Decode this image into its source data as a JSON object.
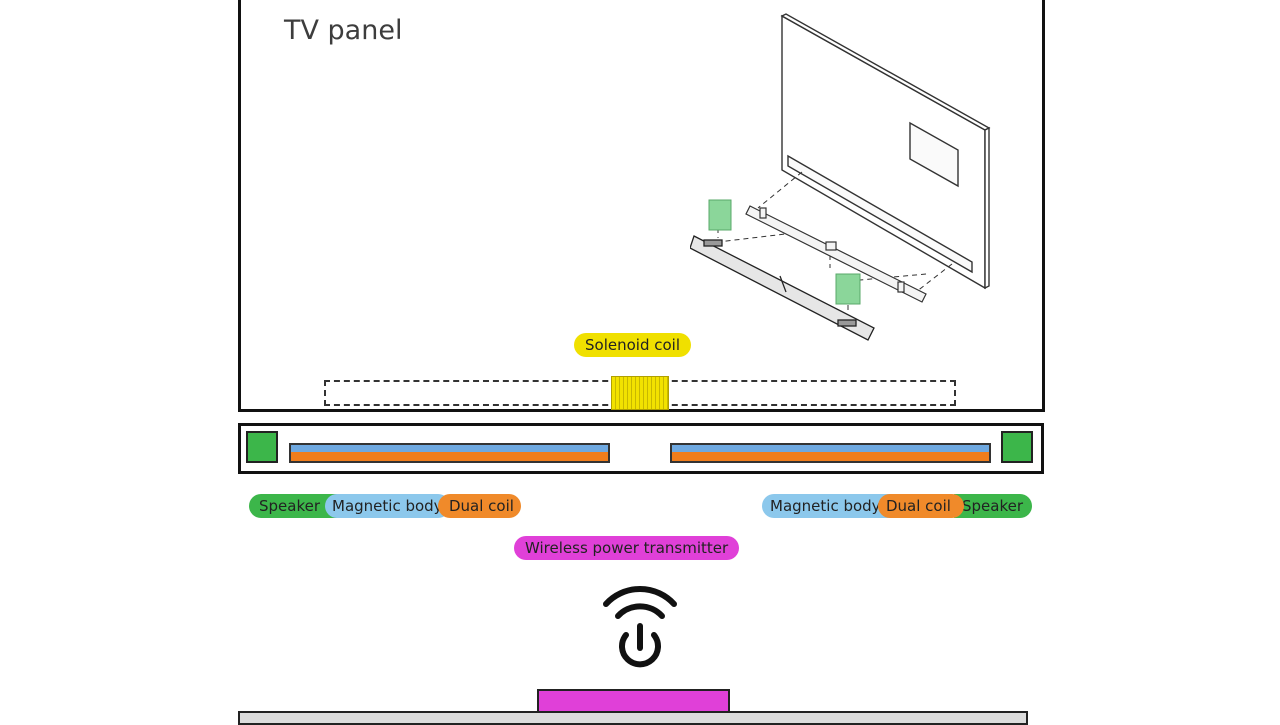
{
  "panel": {
    "title": "TV panel"
  },
  "labels": {
    "solenoid": "Solenoid coil",
    "transmitter": "Wireless power transmitter",
    "left_group": {
      "speaker": "Speaker",
      "magnetic": "Magnetic body",
      "coil": "Dual coil"
    },
    "right_group": {
      "magnetic": "Magnetic body",
      "coil": "Dual coil",
      "speaker": "Speaker"
    }
  },
  "colors": {
    "speaker": "#3cb64a",
    "magnetic_body": "#8cc8ec",
    "dual_coil": "#f08a2a",
    "solenoid": "#f0e000",
    "transmitter": "#e040d8"
  },
  "icons": [
    "power-wireless-icon"
  ]
}
